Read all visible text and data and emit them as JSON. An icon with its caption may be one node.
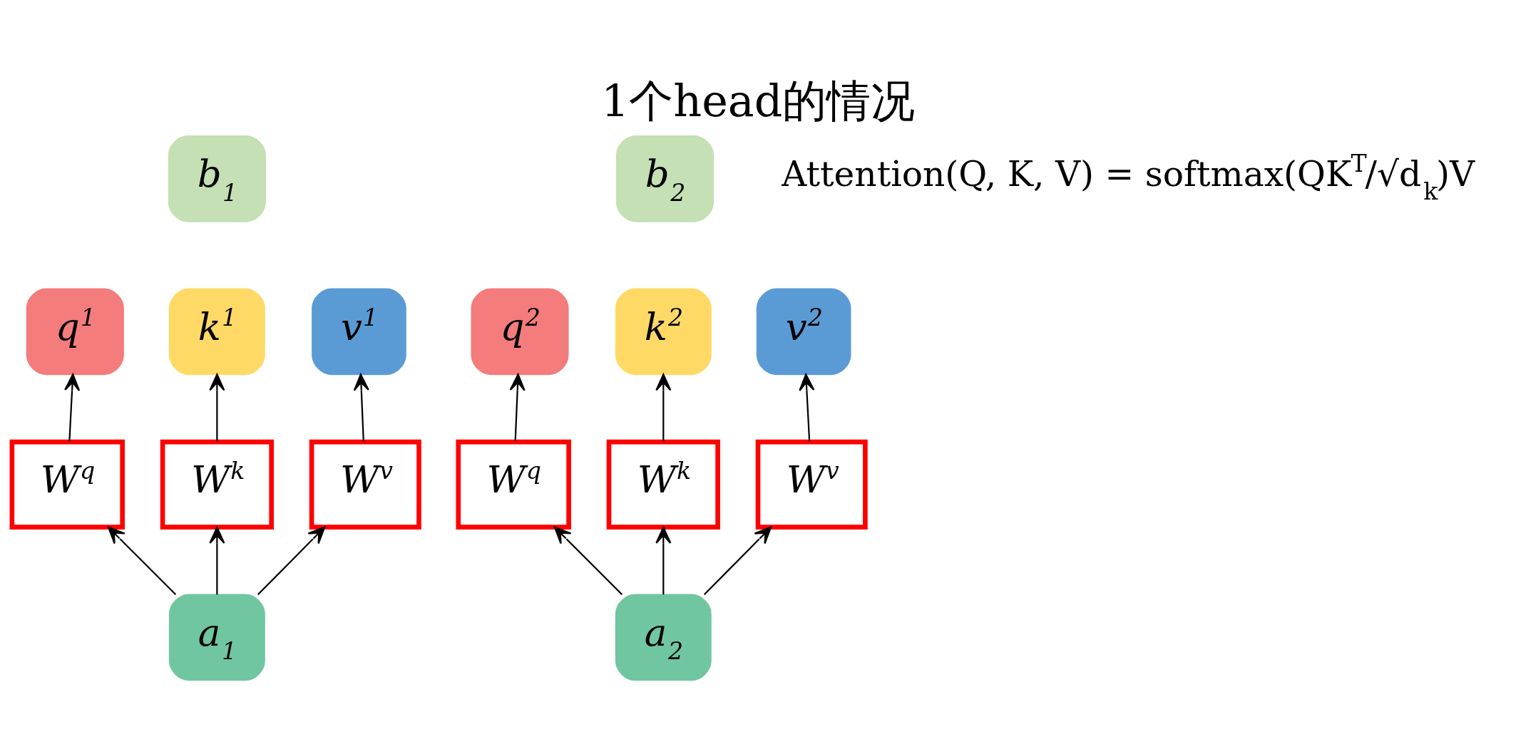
{
  "diagram": {
    "title": "1个head的情况",
    "nodes": [
      {
        "text": [
          "b$_{1}$"
        ]
      },
      {
        "text": [
          "b$_{2}$"
        ]
      },
      {
        "text": [
          "q$^{1}$"
        ]
      },
      {
        "text": [
          "k$^{1}$"
        ]
      },
      {
        "text": [
          "v$^{1}$"
        ]
      },
      {
        "text": [
          "q$^{2}$"
        ]
      },
      {
        "text": [
          "k$^{2}$"
        ]
      },
      {
        "text": [
          "v$^{2}$"
        ]
      },
      {
        "text": [
          "W$^{q}$"
        ]
      },
      {
        "text": [
          "W$^{k}$"
        ]
      },
      {
        "text": [
          "W$^{v}$"
        ]
      },
      {
        "text": [
          "W$^{q}$"
        ]
      },
      {
        "text": [
          "W$^{k}$"
        ]
      },
      {
        "text": [
          "W$^{v}$"
        ]
      },
      {
        "text": [
          "a$_{1}$"
        ]
      },
      {
        "text": [
          "a$_{2}$"
        ]
      }
    ],
    "edges": [
      {
        "from": 14,
        "to": 8,
        "arrow": "to"
      },
      {
        "from": 14,
        "to": 9,
        "arrow": "to"
      },
      {
        "from": 14,
        "to": 10,
        "arrow": "to"
      },
      {
        "from": 15,
        "to": 11,
        "arrow": "to"
      },
      {
        "from": 15,
        "to": 12,
        "arrow": "to"
      },
      {
        "from": 15,
        "to": 13,
        "arrow": "to"
      },
      {
        "from": 8,
        "to": 2,
        "arrow": "to"
      },
      {
        "from": 9,
        "to": 3,
        "arrow": "to"
      },
      {
        "from": 10,
        "to": 4,
        "arrow": "to"
      },
      {
        "from": 11,
        "to": 5,
        "arrow": "to"
      },
      {
        "from": 12,
        "to": 6,
        "arrow": "to"
      },
      {
        "from": 13,
        "to": 7,
        "arrow": "to"
      }
    ],
    "labels": [
      "Attention(Q, K, V) = softmax(QK$^{T}$/√d$_{k}$)V"
    ]
  }
}
